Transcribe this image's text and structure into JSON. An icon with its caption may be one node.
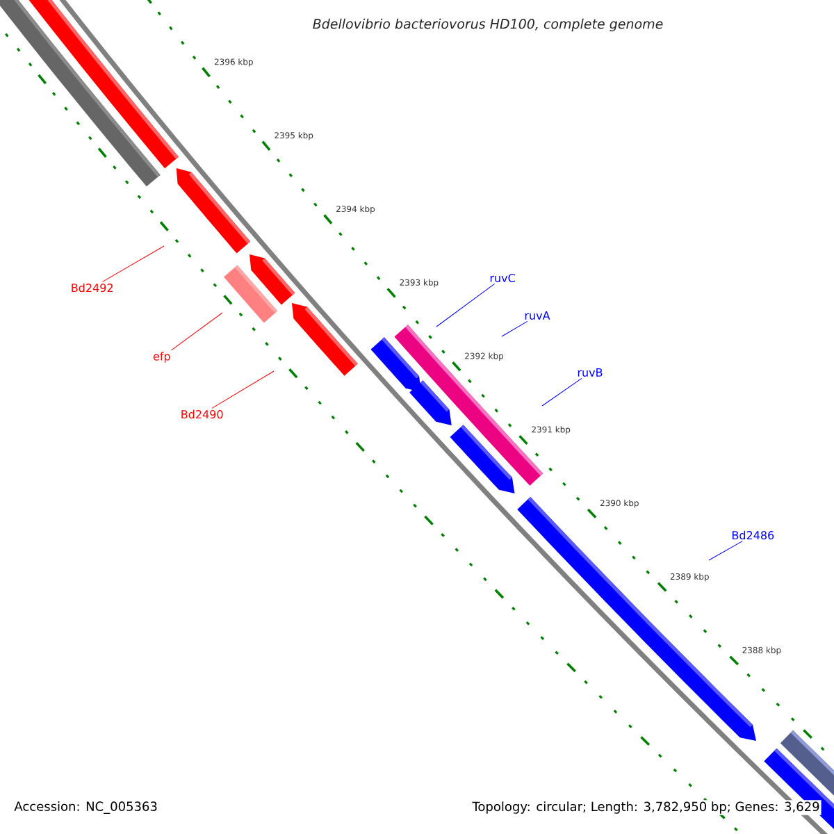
{
  "diagram": {
    "title": "Bdellovibrio bacteriovorus HD100, complete genome",
    "nodes": [
      {
        "text": [
          "Bd2492"
        ]
      },
      {
        "text": [
          "efp"
        ]
      },
      {
        "text": [
          "Bd2490"
        ]
      },
      {
        "text": [
          "ruvC"
        ]
      },
      {
        "text": [
          "ruvA"
        ]
      },
      {
        "text": [
          "ruvB"
        ]
      },
      {
        "text": [
          "Bd2486"
        ]
      }
    ],
    "edges": [
      {
        "from": 0,
        "to": null,
        "arrow": "none",
        "color": "#ff0000"
      },
      {
        "from": 1,
        "to": null,
        "arrow": "none",
        "color": "#ff0000"
      },
      {
        "from": 2,
        "to": null,
        "arrow": "none",
        "color": "#ff0000"
      },
      {
        "from": 3,
        "to": null,
        "arrow": "none"
      },
      {
        "from": 4,
        "to": null,
        "arrow": "none"
      },
      {
        "from": 5,
        "to": null,
        "arrow": "none"
      },
      {
        "from": 6,
        "to": null,
        "arrow": "none"
      }
    ],
    "labels": [
      "2396 kbp",
      "2395 kbp",
      "2394 kbp",
      "2393 kbp",
      "2392 kbp",
      "2391 kbp",
      "2390 kbp",
      "2389 kbp",
      "2388 kbp",
      "Accession: NC_005363",
      "Topology: circular; Length: 3,782,950 bp; Genes: 3,629"
    ]
  }
}
